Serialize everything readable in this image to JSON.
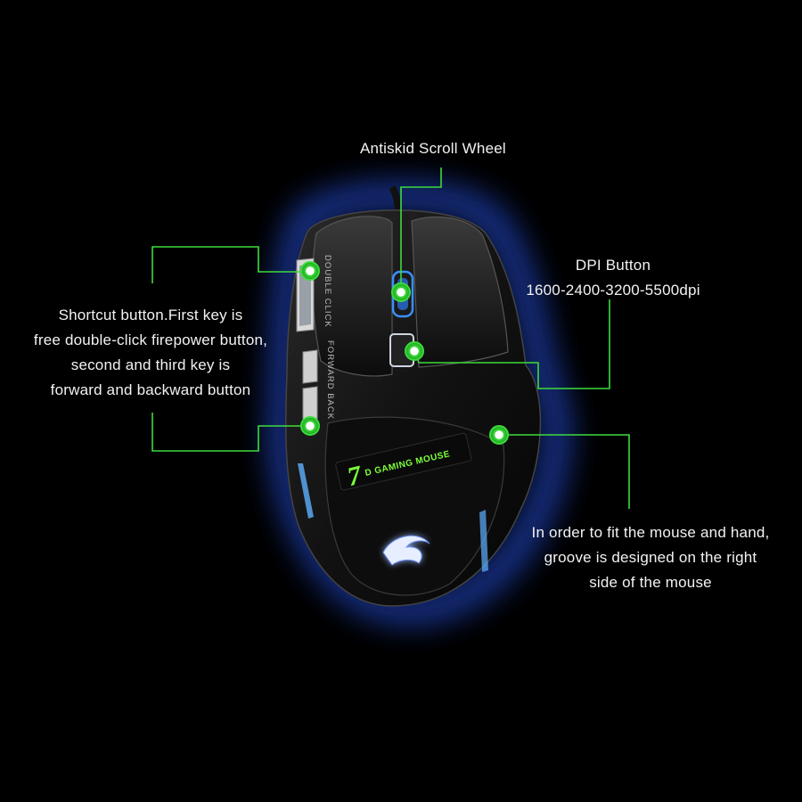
{
  "product": {
    "name": "7D gaming mouse",
    "logo_text": "7D GAMING MOUSE",
    "side_label_top": "DOUBLE CLICK",
    "side_label_bottom": "FORWARD BACK"
  },
  "callouts": {
    "scroll_wheel": {
      "lines": [
        "Antiskid Scroll Wheel"
      ]
    },
    "dpi_button": {
      "lines": [
        "DPI Button",
        "1600-2400-3200-5500dpi"
      ]
    },
    "shortcut_button": {
      "lines": [
        "Shortcut button.First key is",
        "free double-click firepower button,",
        "second and third key is",
        "forward and backward button"
      ]
    },
    "groove": {
      "lines": [
        "In order to fit the mouse and hand,",
        "groove is designed on the right",
        "side of the mouse"
      ]
    }
  },
  "colors": {
    "background": "#000000",
    "callout_green": "#3cdc3c",
    "glow_blue": "#2a5cff",
    "mouse_body": "#141414",
    "logo_green": "#7dff3a"
  }
}
